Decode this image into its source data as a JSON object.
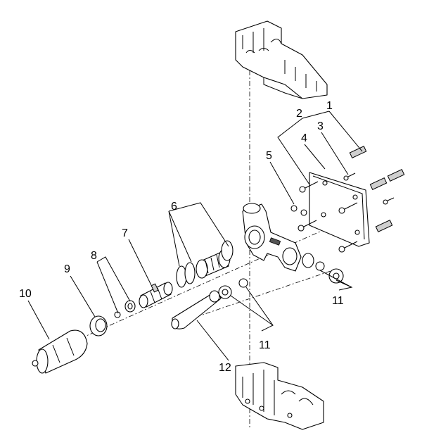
{
  "callouts": [
    {
      "id": "1",
      "text": "1"
    },
    {
      "id": "2",
      "text": "2"
    },
    {
      "id": "3",
      "text": "3"
    },
    {
      "id": "4",
      "text": "4"
    },
    {
      "id": "5",
      "text": "5"
    },
    {
      "id": "6",
      "text": "6"
    },
    {
      "id": "7",
      "text": "7"
    },
    {
      "id": "8",
      "text": "8"
    },
    {
      "id": "9",
      "text": "9"
    },
    {
      "id": "10",
      "text": "10"
    },
    {
      "id": "11a",
      "text": "11"
    },
    {
      "id": "11b",
      "text": "11"
    },
    {
      "id": "12",
      "text": "12"
    }
  ]
}
